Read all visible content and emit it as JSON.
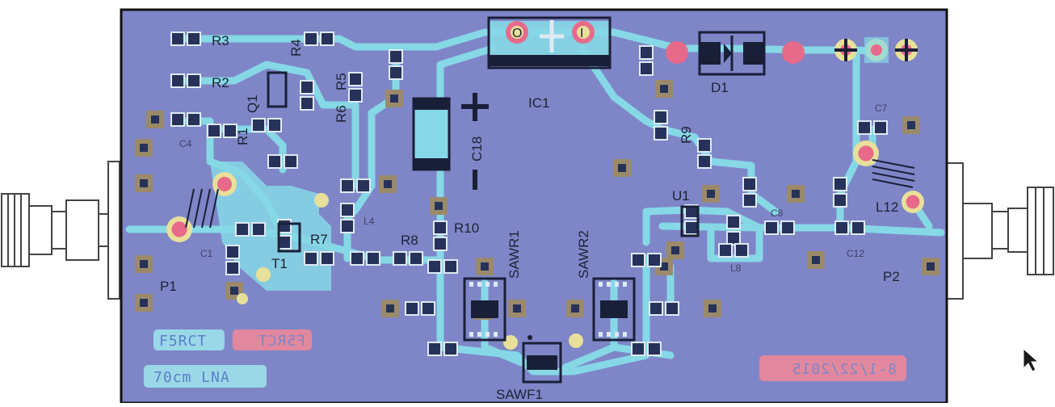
{
  "colors": {
    "board": "#7e86c8",
    "trace": "#86d8e6",
    "pad": "#27325a",
    "pad_light": "#dfe9f3",
    "through_hole": "#9b8a6a",
    "via_ring": "#e8e09a",
    "hot_pad": "#e86a8a",
    "silk_pink": "#e2889e",
    "silk_cyan": "#9ad8e8"
  },
  "components": {
    "r3": "R3",
    "r2": "R2",
    "r4": "R4",
    "r5": "R5",
    "r6": "R6",
    "r1": "R1",
    "q1": "Q1",
    "c4": "C4",
    "ic1": "IC1",
    "c18": "C18",
    "d1": "D1",
    "c7": "C7",
    "r9": "R9",
    "u1": "U1",
    "r10": "R10",
    "r7": "R7",
    "r8": "R8",
    "t1": "T1",
    "c1": "C1",
    "l4": "L4",
    "sawr1": "SAWR1",
    "sawr2": "SAWR2",
    "sawf1": "SAWF1",
    "l12": "L12",
    "c12": "C12",
    "c8": "C8",
    "l8": "L8"
  },
  "ports": {
    "p1": "P1",
    "p2": "P2"
  },
  "ic1_pins": {
    "in": "O",
    "gnd": "I"
  },
  "silkscreen": {
    "author": "F5RCT",
    "author_mirrored": "F5RCT",
    "project": "70cm LNA",
    "date_mirrored": "8-1/22/2015"
  }
}
